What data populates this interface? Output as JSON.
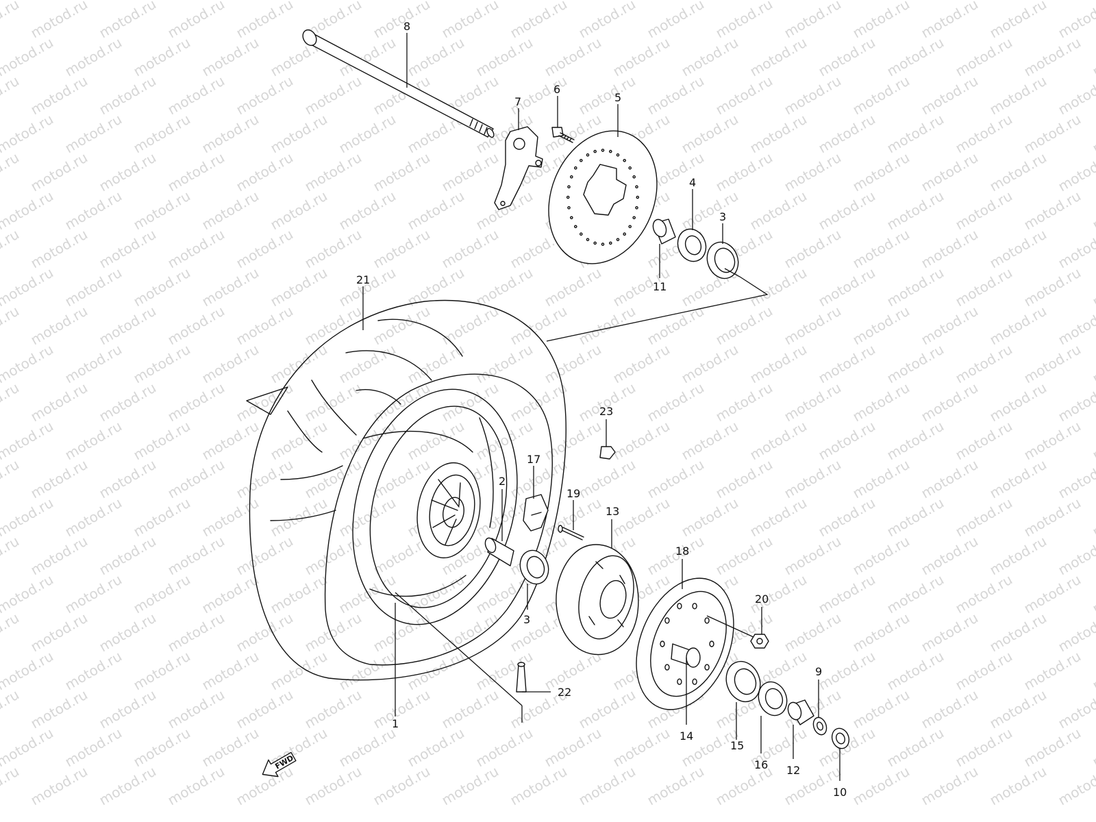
{
  "watermark": "motod.ru",
  "fwd_label": "FWD",
  "callouts": {
    "p1": "1",
    "p2": "2",
    "p3a": "3",
    "p3b": "3",
    "p4": "4",
    "p5": "5",
    "p6": "6",
    "p7": "7",
    "p8": "8",
    "p9": "9",
    "p10": "10",
    "p11": "11",
    "p12": "12",
    "p13": "13",
    "p14": "14",
    "p15": "15",
    "p16": "16",
    "p17": "17",
    "p18": "18",
    "p19": "19",
    "p20": "20",
    "p21": "21",
    "p22": "22",
    "p23": "23"
  }
}
